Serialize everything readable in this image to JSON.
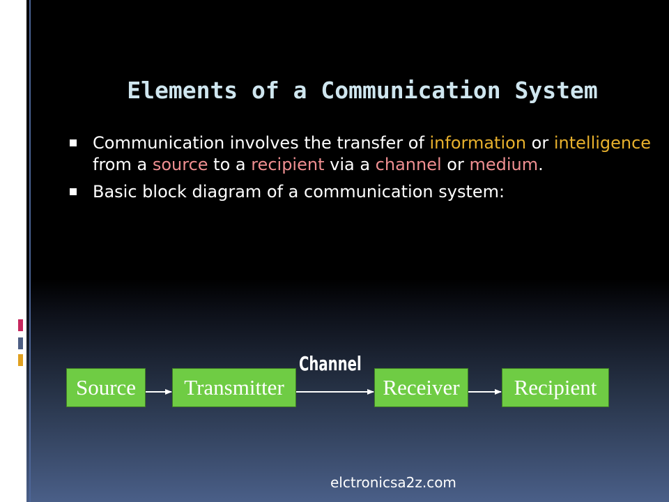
{
  "slide": {
    "title": "Elements of a Communication System",
    "bullets": [
      {
        "parts": [
          {
            "t": "Communication involves the transfer of ",
            "c": ""
          },
          {
            "t": "information",
            "c": "hl-y"
          },
          {
            "t": " or ",
            "c": ""
          },
          {
            "t": "intelligence",
            "c": "hl-y"
          },
          {
            "t": " from a ",
            "c": ""
          },
          {
            "t": "source",
            "c": "hl-p"
          },
          {
            "t": " to a ",
            "c": ""
          },
          {
            "t": "recipient",
            "c": "hl-p"
          },
          {
            "t": " via a ",
            "c": ""
          },
          {
            "t": "channel",
            "c": "hl-p"
          },
          {
            "t": " or ",
            "c": ""
          },
          {
            "t": "medium",
            "c": "hl-p"
          },
          {
            "t": ".",
            "c": ""
          }
        ]
      },
      {
        "parts": [
          {
            "t": "Basic block diagram of a communication system:",
            "c": ""
          }
        ]
      }
    ]
  },
  "diagram": {
    "blocks": {
      "source": "Source",
      "transmitter": "Transmitter",
      "receiver": "Receiver",
      "recipient": "Recipient"
    },
    "channel_label": "Channel"
  },
  "footer": {
    "watermark": "elctronicsa2z.com"
  },
  "colors": {
    "title": "#cfe6ef",
    "highlight_yellow": "#e8b12d",
    "highlight_pink": "#ef8f91",
    "block_fill": "#6fcc44"
  }
}
